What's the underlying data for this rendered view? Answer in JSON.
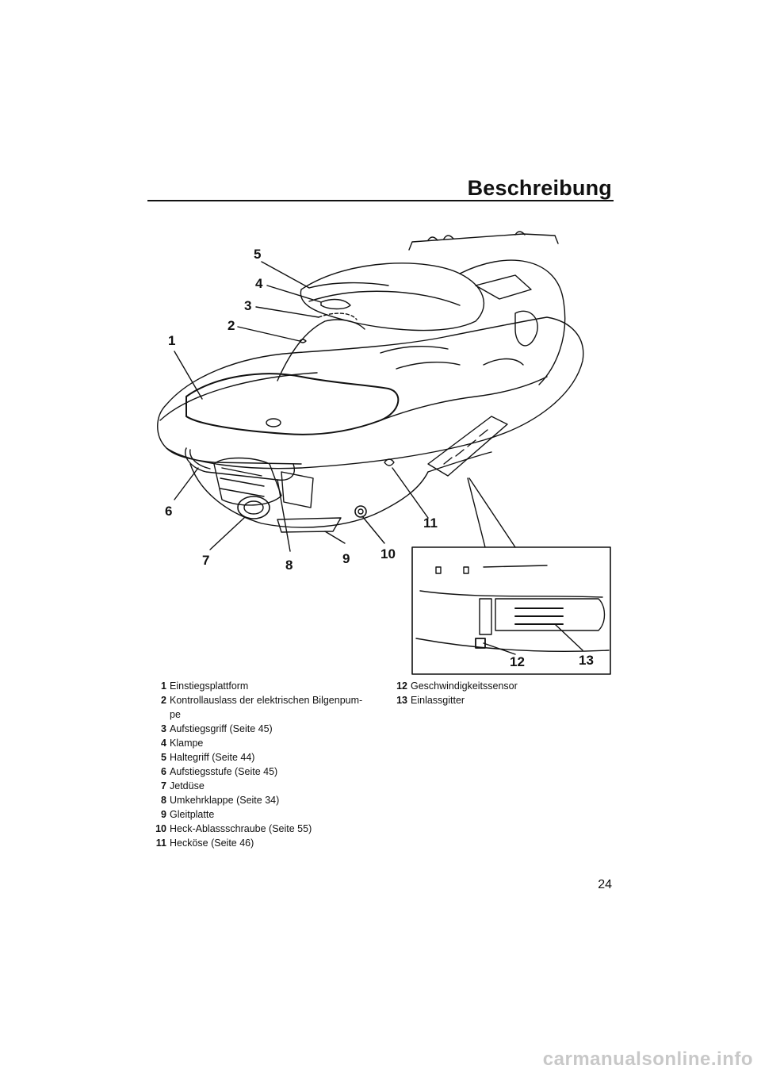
{
  "page": {
    "title": "Beschreibung",
    "page_number": "24"
  },
  "figure": {
    "callouts": [
      "1",
      "2",
      "3",
      "4",
      "5",
      "6",
      "7",
      "8",
      "9",
      "10",
      "11",
      "12",
      "13"
    ]
  },
  "legend_left": [
    {
      "num": "1",
      "text": "Einstiegsplattform"
    },
    {
      "num": "2",
      "text": "Kontrollauslass der elektrischen Bilgenpum-\npe"
    },
    {
      "num": "3",
      "text": "Aufstiegsgriff (Seite 45)"
    },
    {
      "num": "4",
      "text": "Klampe"
    },
    {
      "num": "5",
      "text": "Haltegriff (Seite 44)"
    },
    {
      "num": "6",
      "text": "Aufstiegsstufe (Seite 45)"
    },
    {
      "num": "7",
      "text": "Jetdüse"
    },
    {
      "num": "8",
      "text": "Umkehrklappe (Seite 34)"
    },
    {
      "num": "9",
      "text": "Gleitplatte"
    },
    {
      "num": "10",
      "text": "Heck-Ablassschraube (Seite 55)"
    },
    {
      "num": "11",
      "text": "Hecköse (Seite 46)"
    }
  ],
  "legend_right": [
    {
      "num": "12",
      "text": "Geschwindigkeitssensor"
    },
    {
      "num": "13",
      "text": "Einlassgitter"
    }
  ],
  "watermark": "carmanualsonline.info"
}
